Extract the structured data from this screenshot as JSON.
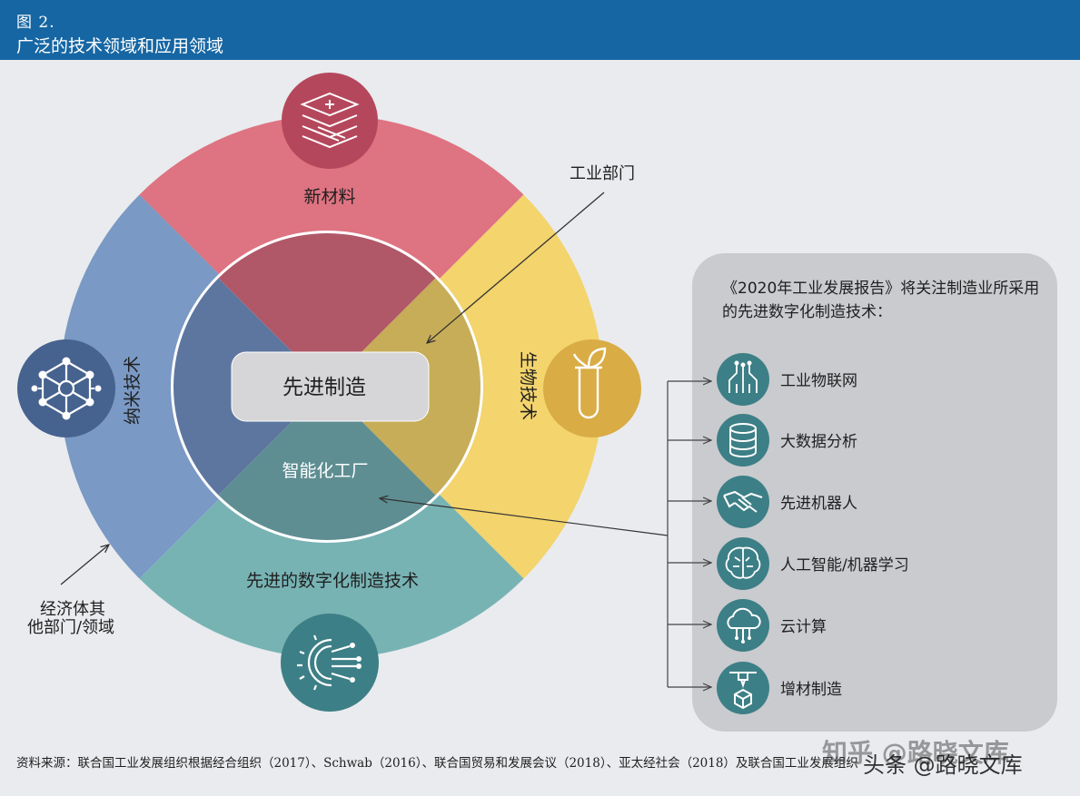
{
  "header": {
    "figure_number": "图 2.",
    "title": "广泛的技术领域和应用领域"
  },
  "diagram": {
    "center": "先进制造",
    "inner_sectors": {
      "bottom": "智能化工厂"
    },
    "outer_sectors": {
      "top": "新材料",
      "right": "生物技术",
      "bottom": "先进的数字化制造技术",
      "left": "纳米技术"
    },
    "callouts": {
      "industry": "工业部门",
      "other_line1": "经济体其",
      "other_line2": "他部门/领域"
    },
    "colors": {
      "top": "#de7381",
      "right": "#f3d46d",
      "bottom": "#78b3b4",
      "left": "#7a99c4",
      "inner_top": "#b05868",
      "inner_right": "#c7ad58",
      "inner_bottom": "#5e8e92",
      "inner_left": "#5d76a0"
    }
  },
  "panel": {
    "title": "《2020年工业发展报告》将关注制造业所采用的先进数字化制造技术：",
    "items": [
      {
        "label": "工业物联网",
        "icon": "iot-icon"
      },
      {
        "label": "大数据分析",
        "icon": "database-icon"
      },
      {
        "label": "先进机器人",
        "icon": "robot-handshake-icon"
      },
      {
        "label": "人工智能/机器学习",
        "icon": "brain-icon"
      },
      {
        "label": "云计算",
        "icon": "cloud-icon"
      },
      {
        "label": "增材制造",
        "icon": "3d-printer-icon"
      }
    ]
  },
  "source": "资料来源：联合国工业发展组织根据经合组织（2017）、Schwab（2016）、联合国贸易和发展会议（2018）、亚太经社会（2018）及联合国工业发展组织",
  "watermark": {
    "text1": "知乎 @路晓文库",
    "text2": "头条 @路晓文库"
  }
}
